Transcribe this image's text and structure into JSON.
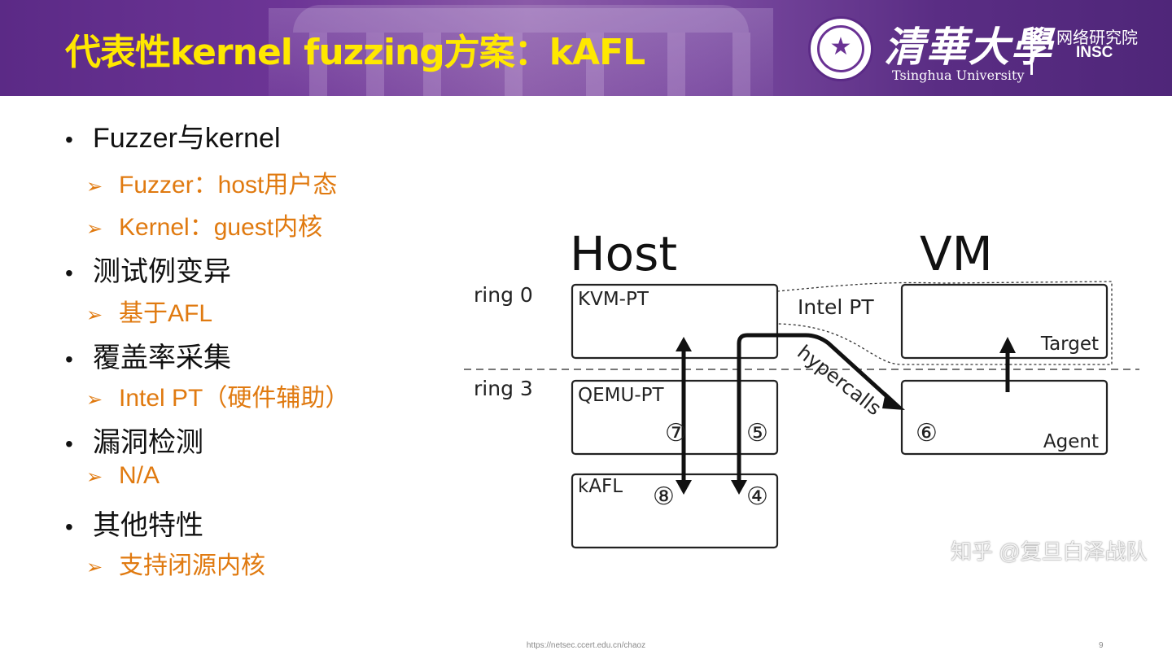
{
  "header": {
    "title": "代表性kernel fuzzing方案：kAFL",
    "university_cn": "清華大學",
    "university_en": "Tsinghua University",
    "institute_cn": "网络研究院",
    "institute_en": "INSC",
    "colors": {
      "banner": "#5b2a86",
      "title": "#ffe800"
    }
  },
  "bullets": [
    {
      "text": "Fuzzer与kernel",
      "subs": [
        "Fuzzer：host用户态",
        "Kernel：guest内核"
      ]
    },
    {
      "text": "测试例变异",
      "subs": [
        "基于AFL"
      ]
    },
    {
      "text": "覆盖率采集",
      "subs": [
        "Intel PT（硬件辅助）"
      ]
    },
    {
      "text": "漏洞检测",
      "subs": [
        "N/A"
      ]
    },
    {
      "text": "其他特性",
      "subs": [
        "支持闭源内核"
      ]
    }
  ],
  "bullet_colors": {
    "level1": "#111111",
    "level2": "#e07a10"
  },
  "diagram": {
    "host_label": "Host",
    "vm_label": "VM",
    "ring0": "ring 0",
    "ring3": "ring 3",
    "kvm_pt": "KVM-PT",
    "qemu_pt": "QEMU-PT",
    "kafl": "kAFL",
    "intel_pt": "Intel PT",
    "target": "Target",
    "agent": "Agent",
    "hypercalls": "hypercalls",
    "steps": {
      "s4": "④",
      "s5": "⑤",
      "s6": "⑥",
      "s7": "⑦",
      "s8": "⑧"
    }
  },
  "watermark": "知乎 @复旦白泽战队",
  "footer": {
    "url": "https://netsec.ccert.edu.cn/chaoz",
    "page": "9"
  }
}
